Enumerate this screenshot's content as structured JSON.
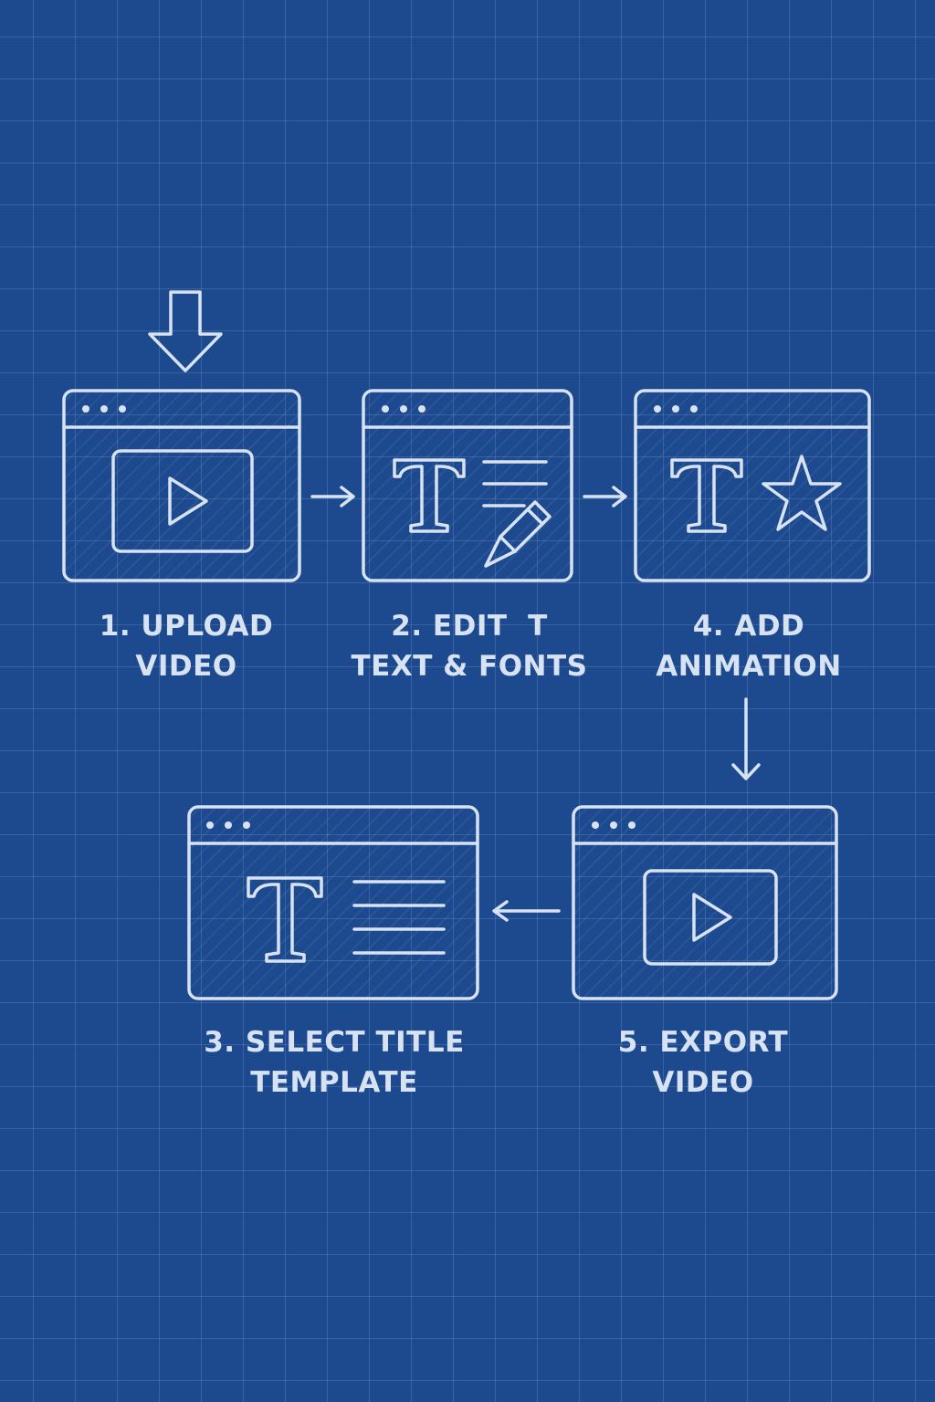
{
  "colors": {
    "background": "#1d4a8f",
    "grid": "#5a7db5",
    "line": "#d7e2f2"
  },
  "steps": [
    {
      "line1": "1. UPLOAD",
      "line2": "VIDEO",
      "icon": "play-icon"
    },
    {
      "line1": "2. EDIT  T",
      "line2": "TEXT & FONTS",
      "icon": "text-edit-icon"
    },
    {
      "line1": "3. SELECT TITLE",
      "line2": "TEMPLATE",
      "icon": "text-lines-icon"
    },
    {
      "line1": "4. ADD",
      "line2": "ANIMATION",
      "icon": "text-star-icon"
    },
    {
      "line1": "5. EXPORT",
      "line2": "VIDEO",
      "icon": "play-icon"
    }
  ]
}
